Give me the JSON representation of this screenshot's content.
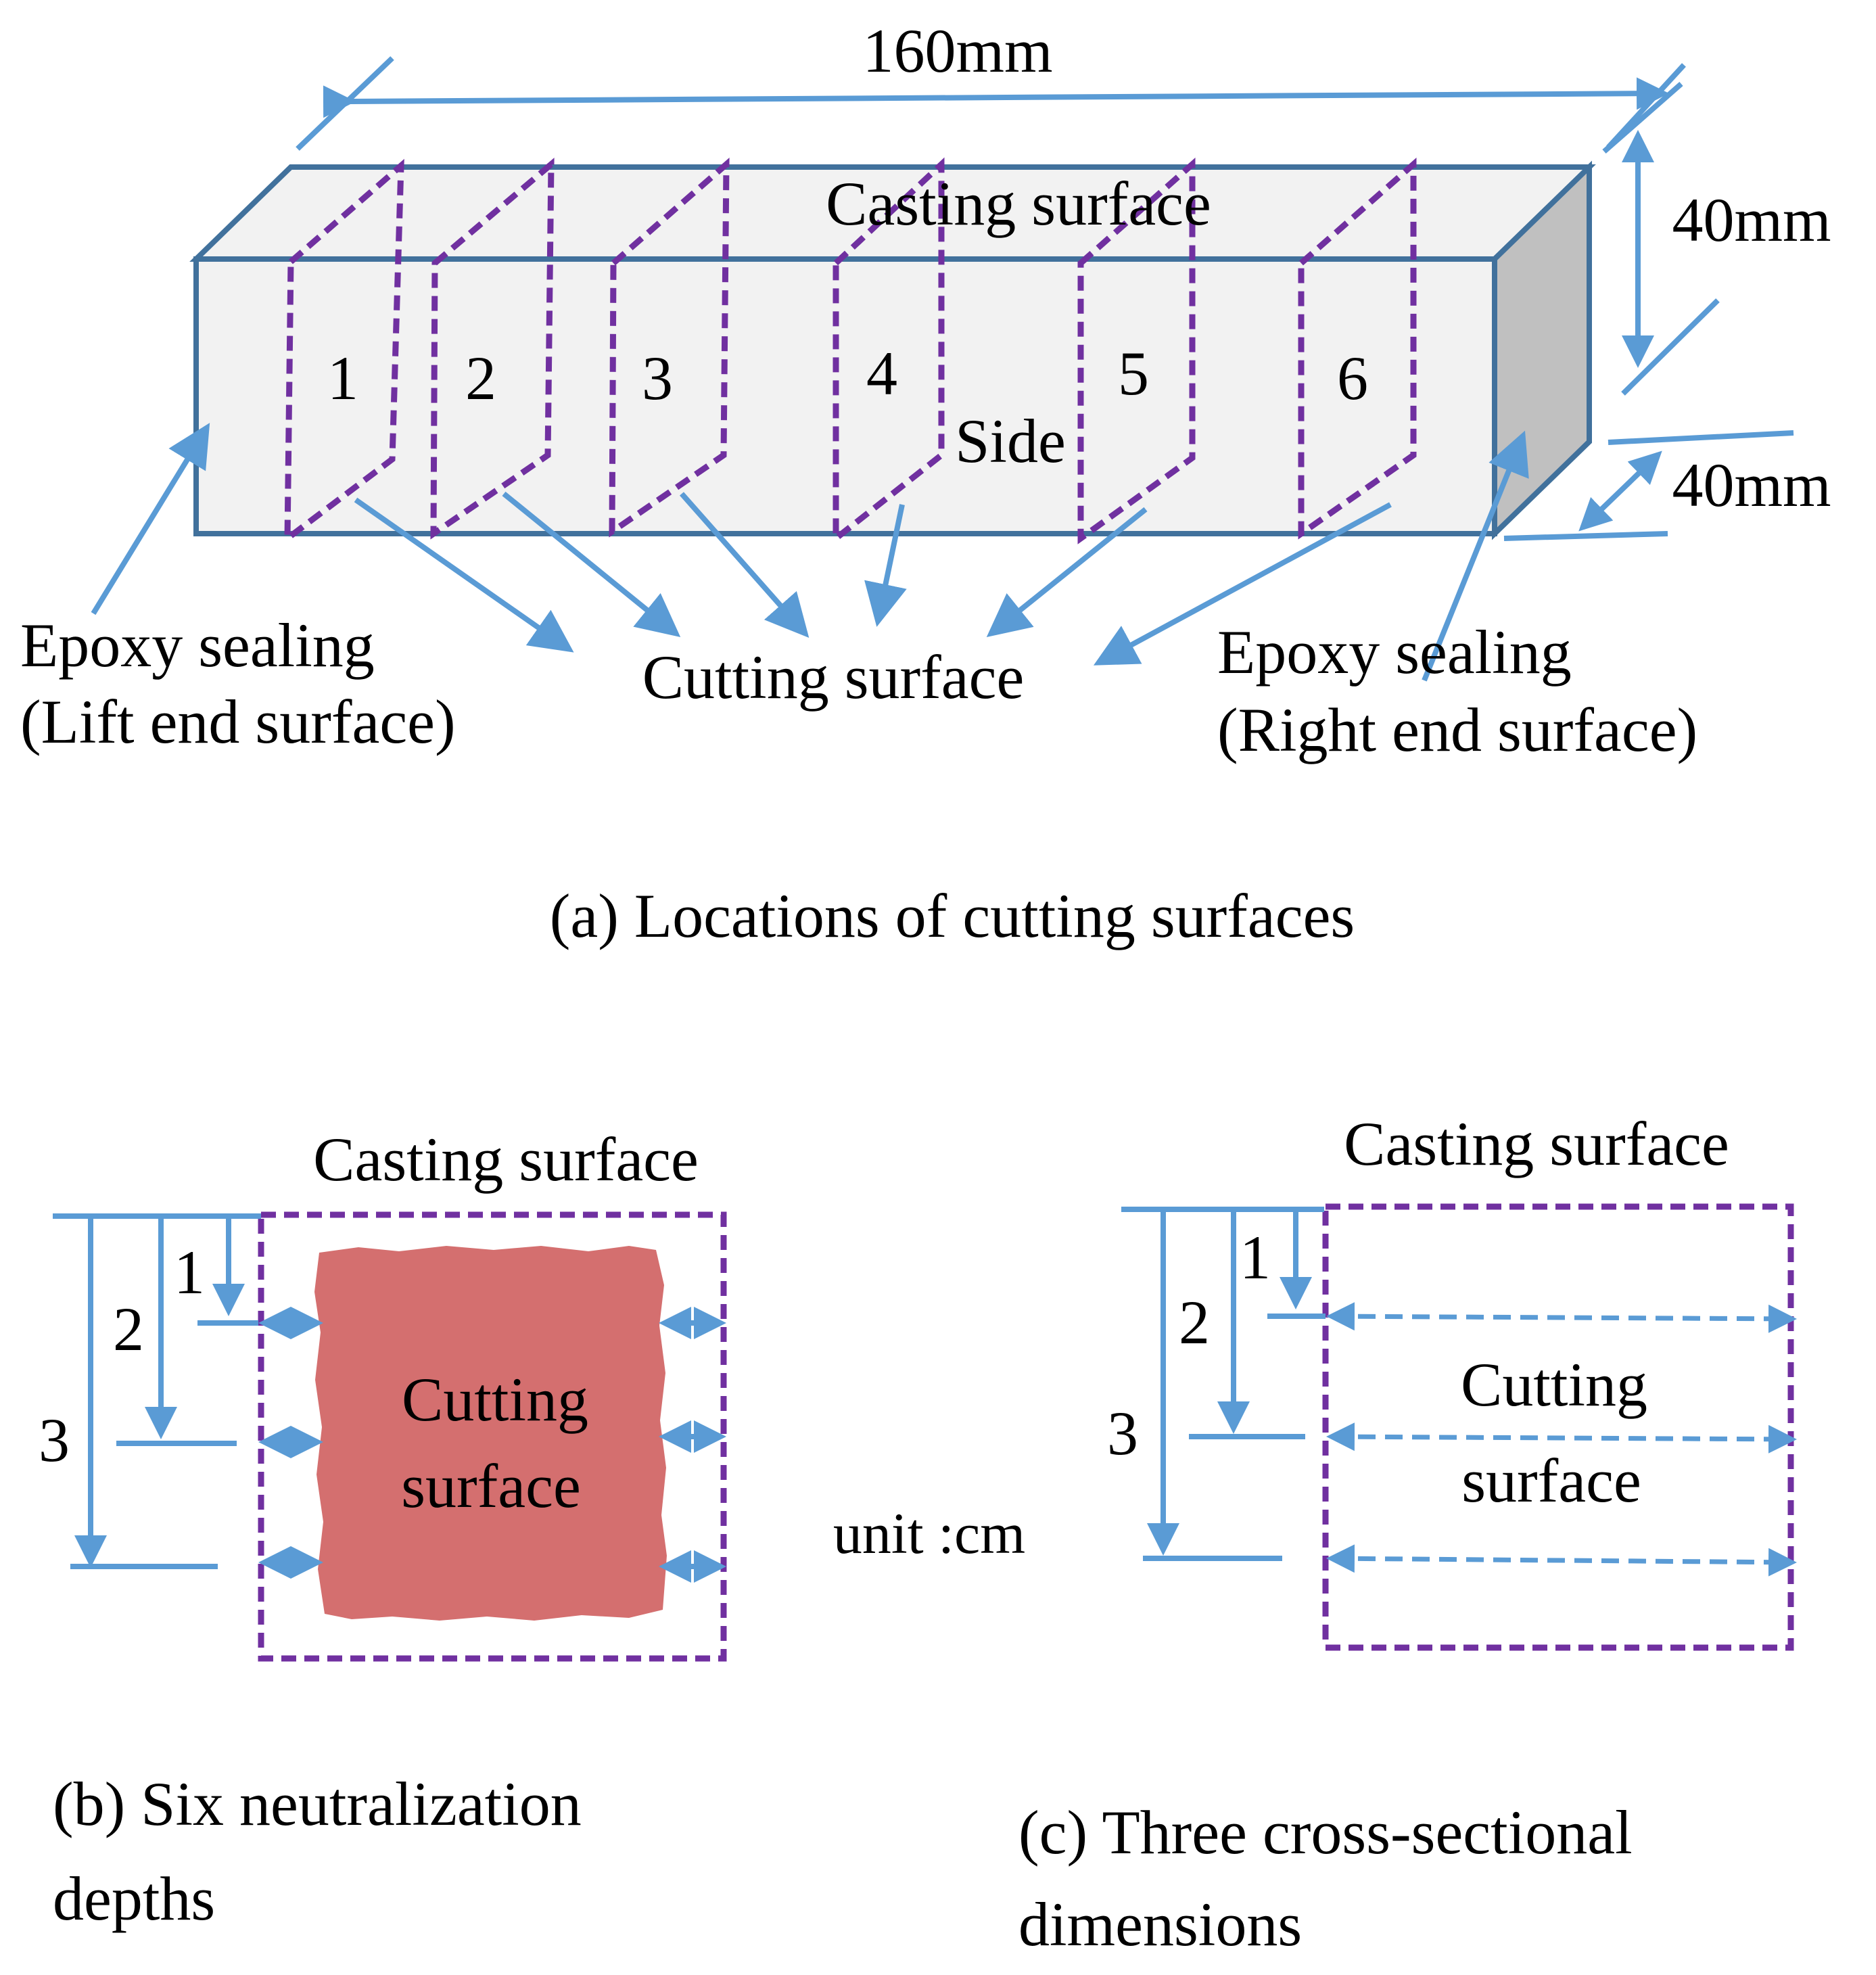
{
  "panel_a": {
    "length_label": "160mm",
    "height_label": "40mm",
    "depth_label": "40mm",
    "top_face_label": "Casting surface",
    "front_face_label": "Side",
    "cut_numbers": [
      "1",
      "2",
      "3",
      "4",
      "5",
      "6"
    ],
    "cutting_label": "Cutting surface",
    "left_seal_line1": "Epoxy sealing",
    "left_seal_line2": "(Lift end surface)",
    "right_seal_line1": "Epoxy sealing",
    "right_seal_line2": "(Right end surface)",
    "caption": "(a) Locations of cutting surfaces"
  },
  "panel_b": {
    "top_label": "Casting surface",
    "depth_labels": [
      "1",
      "2",
      "3"
    ],
    "center_line1": "Cutting",
    "center_line2": "surface",
    "caption_line1": "(b) Six neutralization",
    "caption_line2": "depths"
  },
  "unit_label": "unit :cm",
  "panel_c": {
    "top_label": "Casting surface",
    "depth_labels": [
      "1",
      "2",
      "3"
    ],
    "center_line1": "Cutting",
    "center_line2": "surface",
    "caption_line1": "(c) Three cross-sectional",
    "caption_line2": "dimensions"
  },
  "colors": {
    "arrow_blue": "#5a9bd5",
    "dash_purple": "#7030a0",
    "prism_front": "#f2f2f2",
    "prism_edge": "#41719c",
    "prism_end": "#c0c0c0",
    "cut_fill": "#fbe9e1",
    "section_gray": "#e6e6e6",
    "neutralized_red": "#d46f6f"
  }
}
